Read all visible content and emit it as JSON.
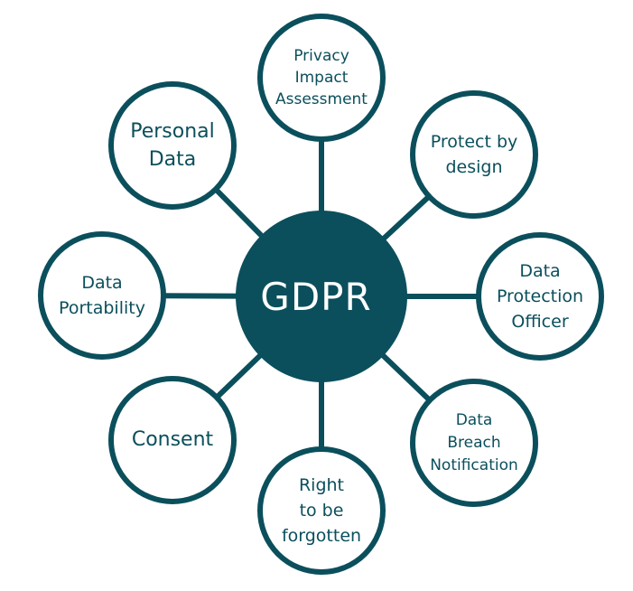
{
  "hub": {
    "label": "GDPR"
  },
  "nodes": {
    "privacy_impact_assessment": [
      "Privacy",
      "Impact",
      "Assessment"
    ],
    "protect_by_design": [
      "Protect by",
      "design"
    ],
    "data_protection_officer": [
      "Data",
      "Protection",
      "Officer"
    ],
    "data_breach_notification": [
      "Data",
      "Breach",
      "Notification"
    ],
    "right_to_be_forgotten": [
      "Right",
      "to be",
      "forgotten"
    ],
    "consent": [
      "Consent"
    ],
    "data_portability": [
      "Data",
      "Portability"
    ],
    "personal_data": [
      "Personal",
      "Data"
    ]
  },
  "colors": {
    "primary": "#0b4f5c",
    "node_fill": "#ffffff",
    "hub_text": "#ffffff"
  }
}
